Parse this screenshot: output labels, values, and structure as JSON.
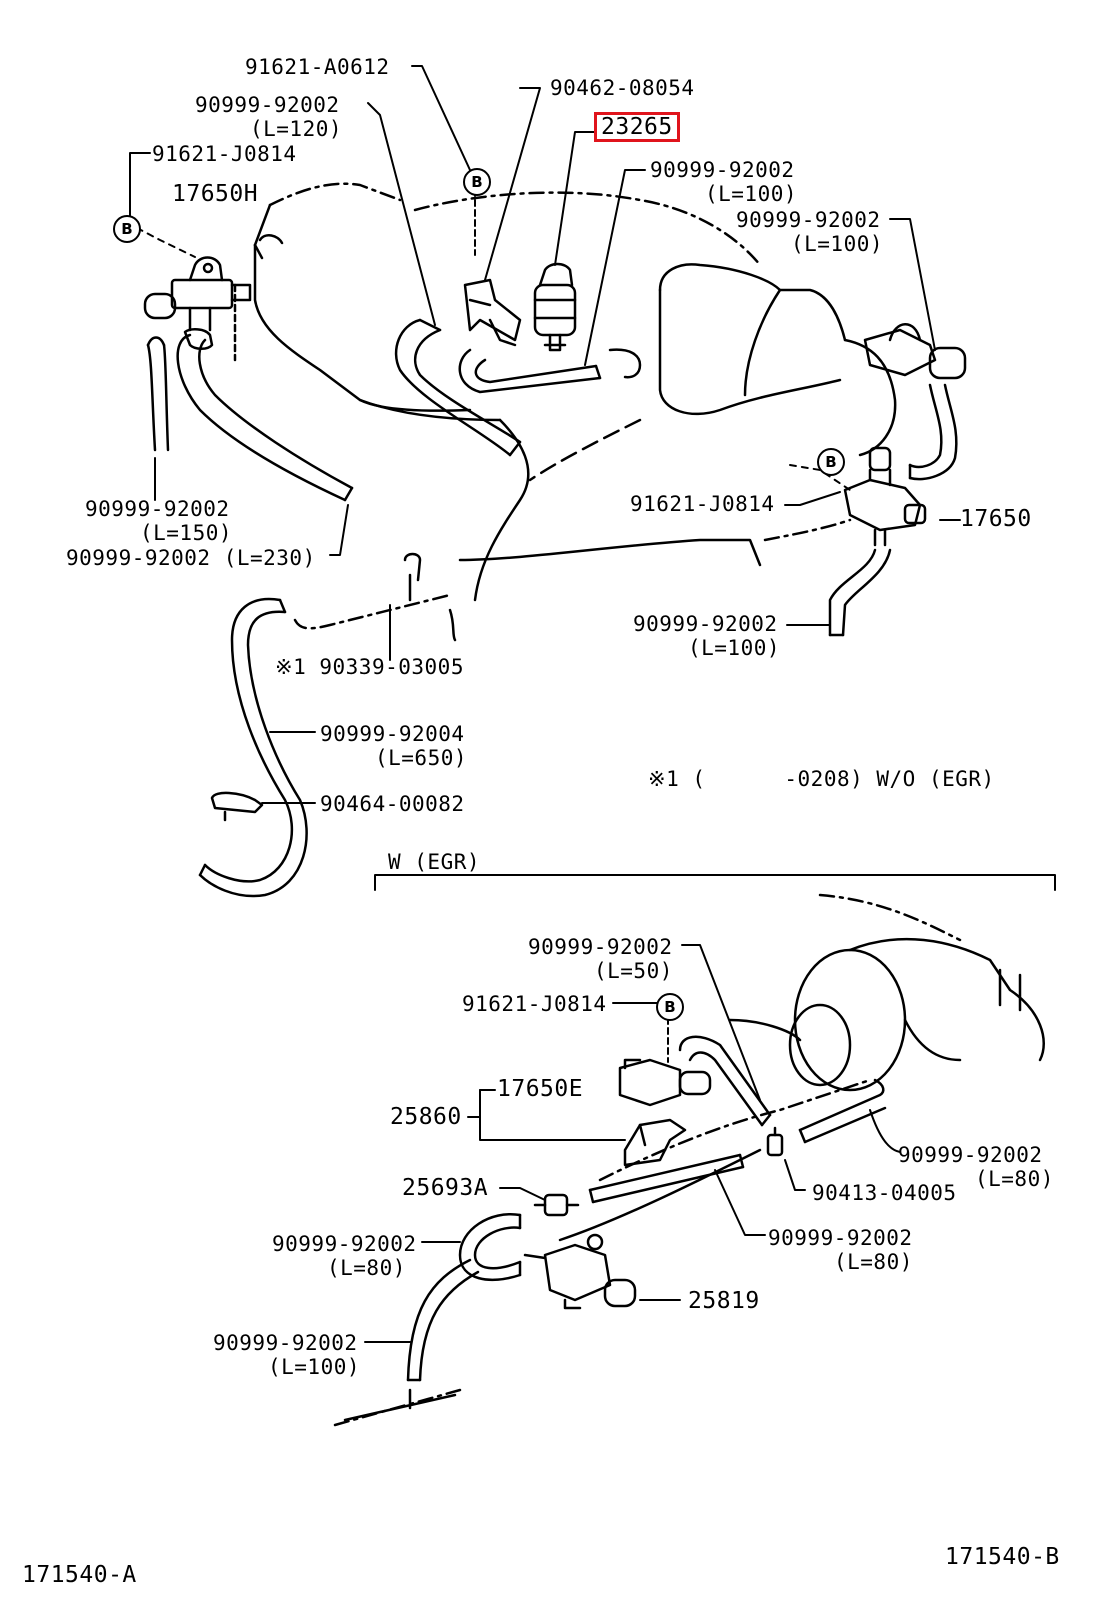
{
  "diagram": {
    "highlight_color": "#e0141c",
    "callout_symbol": "B",
    "labels": {
      "p_91621_A0612": "91621-A0612",
      "p_90999_92002_L120": "90999-92002",
      "p_90999_92002_L120_len": "(L=120)",
      "p_91621_J0814_a": "91621-J0814",
      "p_17650H": "17650H",
      "p_90462_08054": "90462-08054",
      "p_23265": "23265",
      "p_90999_92002_L100a": "90999-92002",
      "p_90999_92002_L100a_len": "(L=100)",
      "p_90999_92002_L100b": "90999-92002",
      "p_90999_92002_L100b_len": "(L=100)",
      "p_90999_92002_L150": "90999-92002",
      "p_90999_92002_L150_len": "(L=150)",
      "p_90999_92002_L230": "90999-92002 (L=230)",
      "p_91621_J0814_b": "91621-J0814",
      "p_17650": "17650",
      "p_90999_92002_L100c": "90999-92002",
      "p_90999_92002_L100c_len": "(L=100)",
      "p_90339_03005": "※1 90339-03005",
      "p_90999_92004": "90999-92004",
      "p_90999_92004_len": "(L=650)",
      "p_90464_00082": "90464-00082",
      "note_1": "※1 (      -0208) W/O (EGR)",
      "section_egr": "W (EGR)",
      "p_90999_92002_L50": "90999-92002",
      "p_90999_92002_L50_len": "(L=50)",
      "p_91621_J0814_c": "91621-J0814",
      "p_17650E": "17650E",
      "p_25860": "25860",
      "p_90999_92002_L80a": "90999-92002",
      "p_90999_92002_L80a_len": "(L=80)",
      "p_25693A": "25693A",
      "p_90413_04005": "90413-04005",
      "p_90999_92002_L80b": "90999-92002",
      "p_90999_92002_L80b_len": "(L=80)",
      "p_90999_92002_L80c": "90999-92002",
      "p_90999_92002_L80c_len": "(L=80)",
      "p_25819": "25819",
      "p_90999_92002_L100d": "90999-92002",
      "p_90999_92002_L100d_len": "(L=100)",
      "fig_ref_a": "171540-A",
      "fig_ref_b": "171540-B"
    }
  }
}
